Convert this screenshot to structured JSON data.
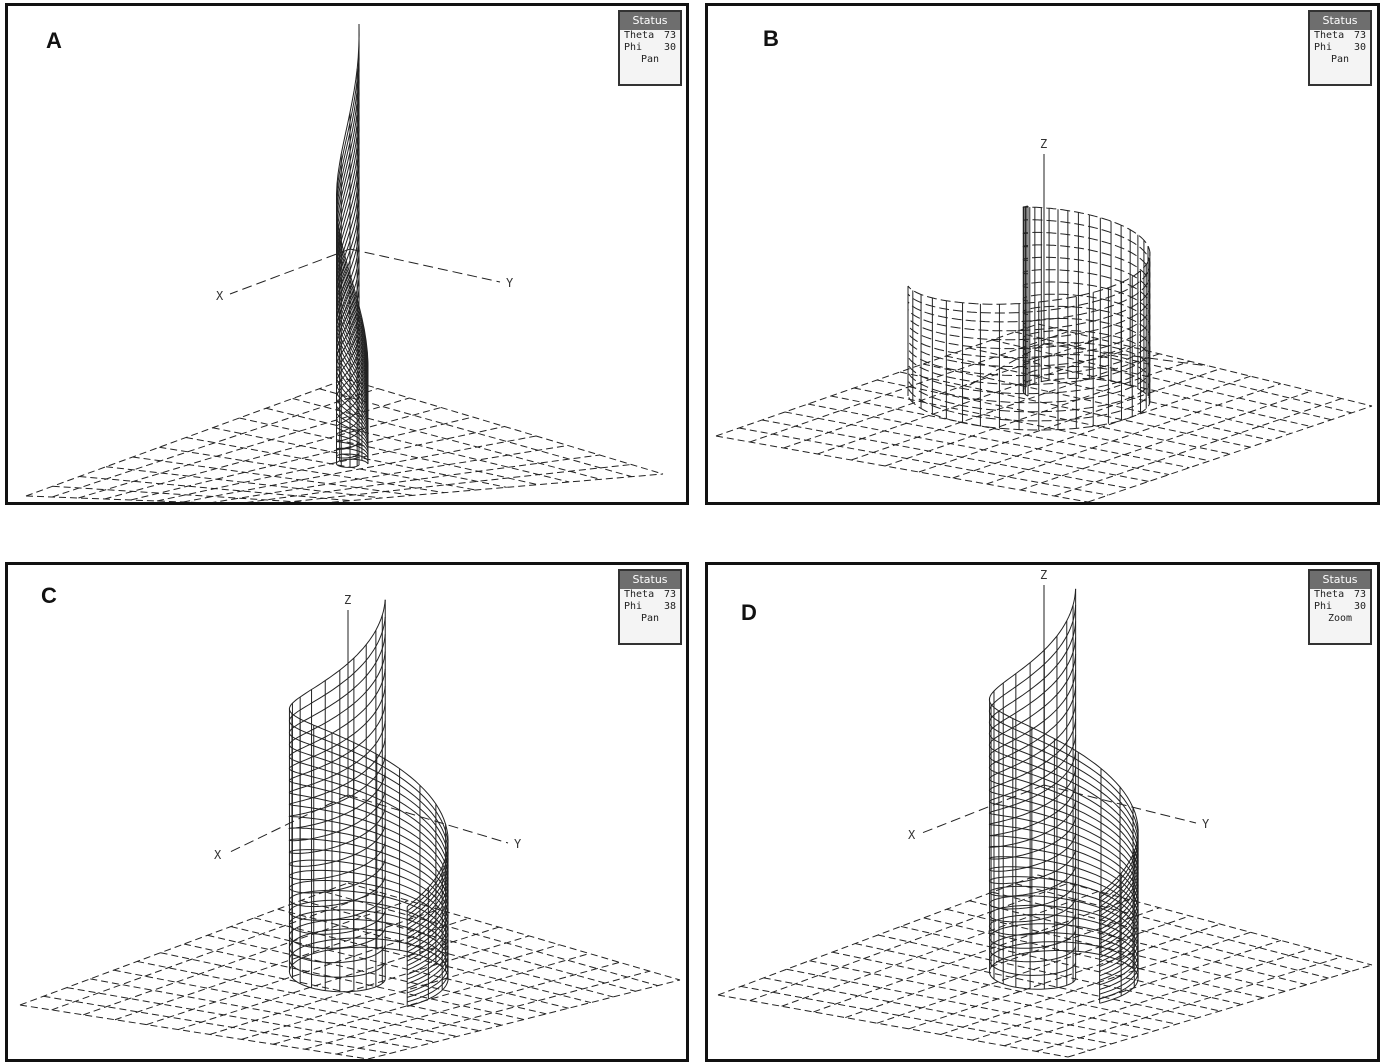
{
  "panels": [
    {
      "letter": "A",
      "status": {
        "title": "Status",
        "theta_label": "Theta",
        "theta_value": "73",
        "phi_label": "Phi",
        "phi_value": "30",
        "mode": "Pan"
      },
      "axes": {
        "x": "X",
        "y": "Y",
        "z": ""
      },
      "surface": "thin-spiral"
    },
    {
      "letter": "B",
      "status": {
        "title": "Status",
        "theta_label": "Theta",
        "theta_value": "73",
        "phi_label": "Phi",
        "phi_value": "30",
        "mode": "Pan"
      },
      "axes": {
        "x": "",
        "y": "",
        "z": "Z"
      },
      "surface": "flat-spiral"
    },
    {
      "letter": "C",
      "status": {
        "title": "Status",
        "theta_label": "Theta",
        "theta_value": "73",
        "phi_label": "Phi",
        "phi_value": "38",
        "mode": "Pan"
      },
      "axes": {
        "x": "X",
        "y": "Y",
        "z": "Z"
      },
      "surface": "helix-wide"
    },
    {
      "letter": "D",
      "status": {
        "title": "Status",
        "theta_label": "Theta",
        "theta_value": "73",
        "phi_label": "Phi",
        "phi_value": "30",
        "mode": "Zoom"
      },
      "axes": {
        "x": "X",
        "y": "Y",
        "z": "Z"
      },
      "surface": "helix-narrow"
    }
  ],
  "colors": {
    "line": "#222222",
    "frame": "#111111",
    "status_header": "#6e6e6e"
  }
}
